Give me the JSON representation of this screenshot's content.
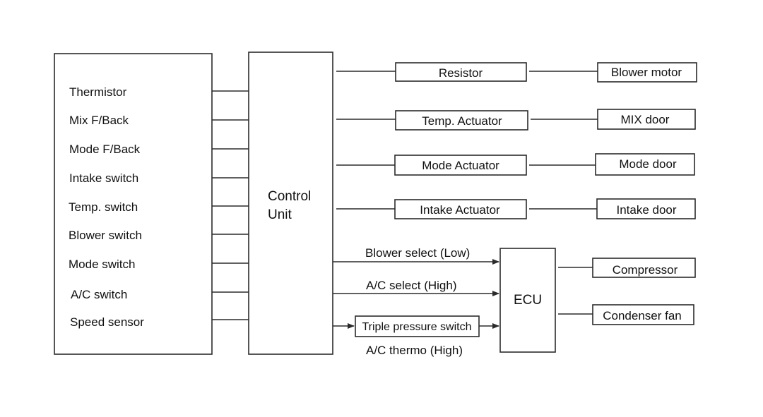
{
  "inputs": [
    "Thermistor",
    "Mix F/Back",
    "Mode F/Back",
    "Intake switch",
    "Temp. switch",
    "Blower switch",
    "Mode switch",
    "A/C switch",
    "Speed sensor"
  ],
  "control_unit": {
    "line1": "Control",
    "line2": "Unit"
  },
  "actuators": [
    {
      "label": "Resistor",
      "target": "Blower motor"
    },
    {
      "label": "Temp. Actuator",
      "target": "MIX door"
    },
    {
      "label": "Mode Actuator",
      "target": "Mode door"
    },
    {
      "label": "Intake Actuator",
      "target": "Intake door"
    }
  ],
  "signals": {
    "blower_select": "Blower select (Low)",
    "ac_select": "A/C select (High)",
    "triple_pressure_switch": "Triple pressure switch",
    "ac_thermo": "A/C thermo (High)"
  },
  "ecu": {
    "label": "ECU",
    "outputs": [
      "Compressor",
      "Condenser fan"
    ]
  }
}
